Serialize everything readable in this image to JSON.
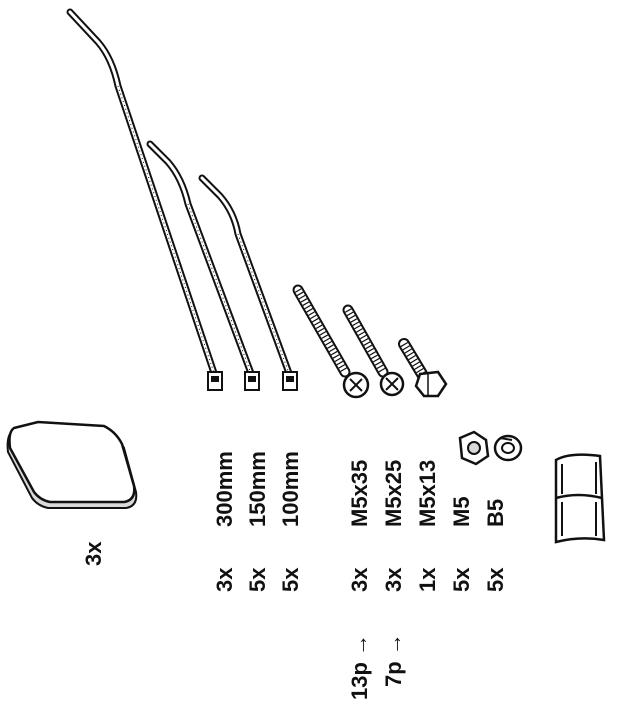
{
  "pad": {
    "quantity": "3x"
  },
  "cable_ties": [
    {
      "length": "300mm",
      "quantity": "3x"
    },
    {
      "length": "150mm",
      "quantity": "5x"
    },
    {
      "length": "100mm",
      "quantity": "5x"
    }
  ],
  "screws": [
    {
      "size": "M5x35",
      "quantity": "3x",
      "note": "13p →"
    },
    {
      "size": "M5x25",
      "quantity": "3x",
      "note": "7p →"
    },
    {
      "size": "M5x13",
      "quantity": "1x"
    }
  ],
  "nut": {
    "size": "M5",
    "quantity": "5x"
  },
  "washer": {
    "size": "B5",
    "quantity": "5x"
  },
  "colors": {
    "ink": "#111111",
    "fill": "#ffffff",
    "shade": "#d9d9d9"
  }
}
